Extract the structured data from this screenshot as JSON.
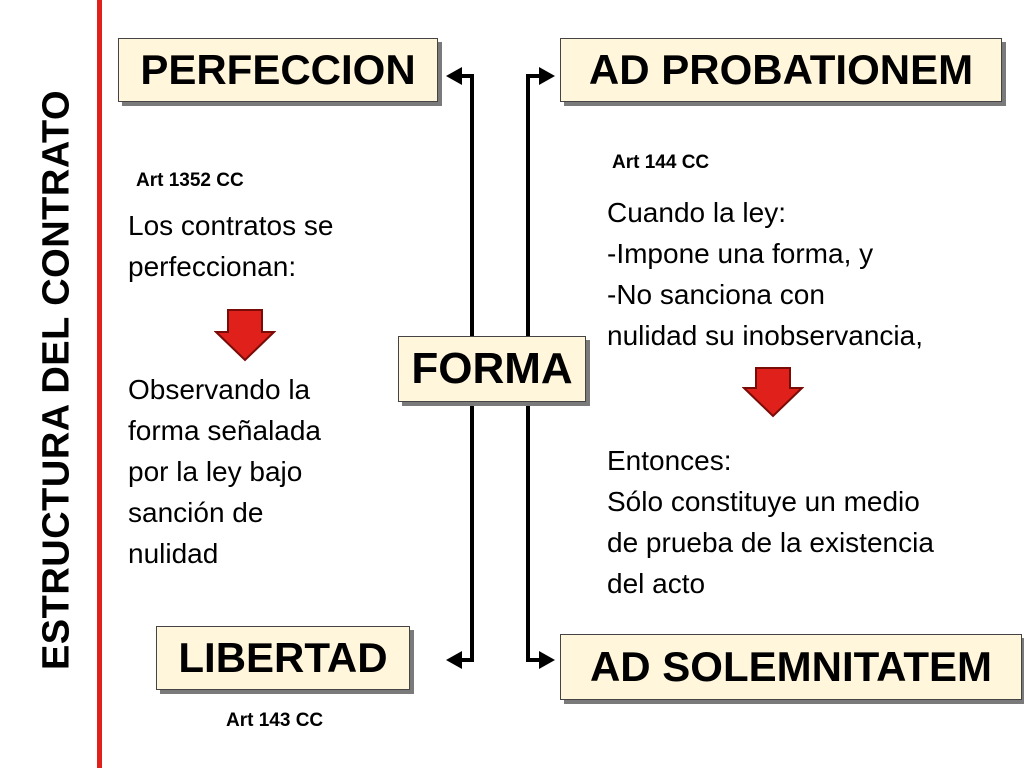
{
  "side_title": "ESTRUCTURA DEL CONTRATO",
  "boxes": {
    "perfeccion": "PERFECCION",
    "probationem": "AD PROBATIONEM",
    "forma": "FORMA",
    "libertad": "LIBERTAD",
    "solemnitatem": "AD SOLEMNITATEM"
  },
  "refs": {
    "art1352": "Art 1352 CC",
    "art144": "Art 144 CC",
    "art143": "Art 143 CC"
  },
  "left": {
    "text1": [
      "Los contratos se",
      "perfeccionan:"
    ],
    "text2": [
      "Observando la",
      "forma señalada",
      "por la ley bajo",
      "sanción de",
      "nulidad"
    ]
  },
  "right": {
    "text1": [
      "Cuando la ley:",
      "-Impone una forma, y",
      "-No sanciona con",
      "nulidad su inobservancia,"
    ],
    "text2": [
      "Entonces:",
      "Sólo constituye un medio",
      "de prueba de la existencia",
      "del acto"
    ]
  },
  "colors": {
    "accent_red": "#e0201a",
    "box_fill": "#fff6dc"
  },
  "icons": {
    "down_arrow": "red-down-arrow-icon",
    "connector": "bracket-arrow-icon"
  }
}
